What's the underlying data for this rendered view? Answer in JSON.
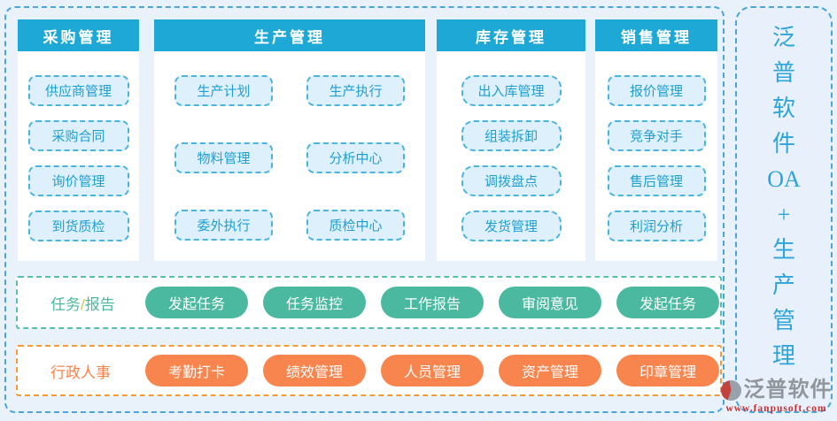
{
  "colors": {
    "header_blue": "#1ea8d5",
    "item_blue_text": "#1f9fd0",
    "item_blue_bg": "#def0fb",
    "frame_blue": "#49a5da",
    "green": "#4bb9a0",
    "green_border": "#55c0a8",
    "slash_yellow": "#c5cb4e",
    "orange": "#f8854e",
    "orange_border": "#f69a35",
    "logo_gray": "#91969c",
    "logo_red": "#c53030"
  },
  "columns": [
    {
      "title": "采购管理",
      "items": [
        "供应商管理",
        "采购合同",
        "询价管理",
        "到货质检"
      ]
    },
    {
      "title": "生产管理",
      "items": [
        "生产计划",
        "生产执行",
        "物料管理",
        "分析中心",
        "委外执行",
        "质检中心"
      ]
    },
    {
      "title": "库存管理",
      "items": [
        "出入库管理",
        "组装拆卸",
        "调拨盘点",
        "发货管理"
      ]
    },
    {
      "title": "销售管理",
      "items": [
        "报价管理",
        "竞争对手",
        "售后管理",
        "利润分析"
      ]
    }
  ],
  "bands": [
    {
      "label_parts": [
        "任务",
        "/",
        "报告"
      ],
      "buttons": [
        "发起任务",
        "任务监控",
        "工作报告",
        "审阅意见",
        "发起任务"
      ]
    },
    {
      "label": "行政人事",
      "buttons": [
        "考勤打卡",
        "绩效管理",
        "人员管理",
        "资产管理",
        "印章管理"
      ]
    }
  ],
  "sidebar": {
    "chars": [
      "泛",
      "普",
      "软",
      "件",
      "OA",
      "+",
      "生",
      "产",
      "管",
      "理"
    ]
  },
  "logo": {
    "name": "泛普软件",
    "url": "www.fanpusoft.com"
  }
}
